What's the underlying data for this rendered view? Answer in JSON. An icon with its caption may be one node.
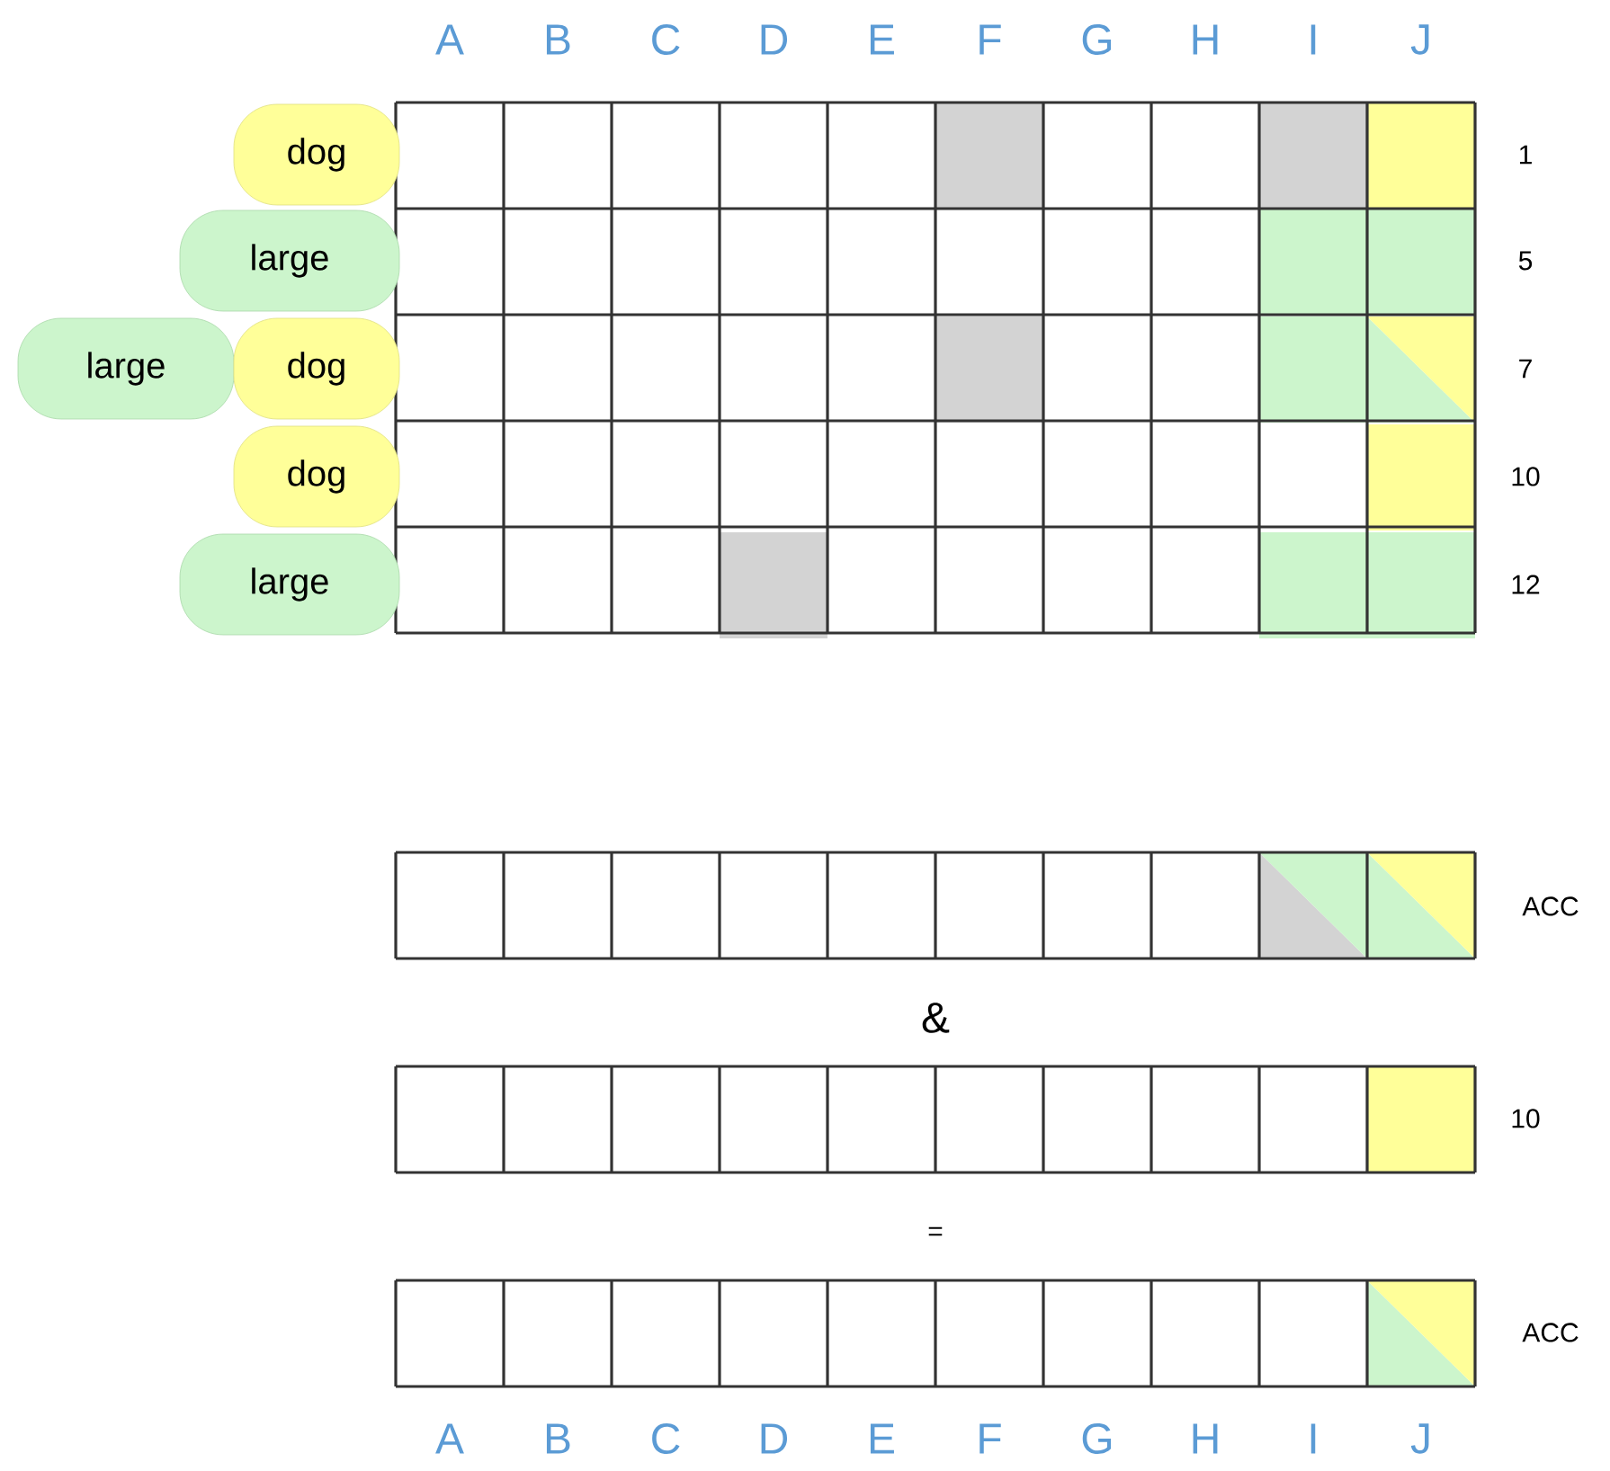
{
  "diagram": {
    "nodes": [
      {
        "text": [
          "dog"
        ]
      },
      {
        "text": [
          "large"
        ]
      },
      {
        "text": [
          "large"
        ]
      },
      {
        "text": [
          "dog"
        ]
      },
      {
        "text": [
          "dog"
        ]
      },
      {
        "text": [
          "large"
        ]
      }
    ],
    "labels": [
      "A",
      "B",
      "C",
      "D",
      "E",
      "F",
      "G",
      "H",
      "I",
      "J",
      "1",
      "5",
      "7",
      "10",
      "12",
      "ACC",
      "&",
      "10",
      "=",
      "ACC",
      "A",
      "B",
      "C",
      "D",
      "E",
      "F",
      "G",
      "H",
      "I",
      "J"
    ]
  }
}
